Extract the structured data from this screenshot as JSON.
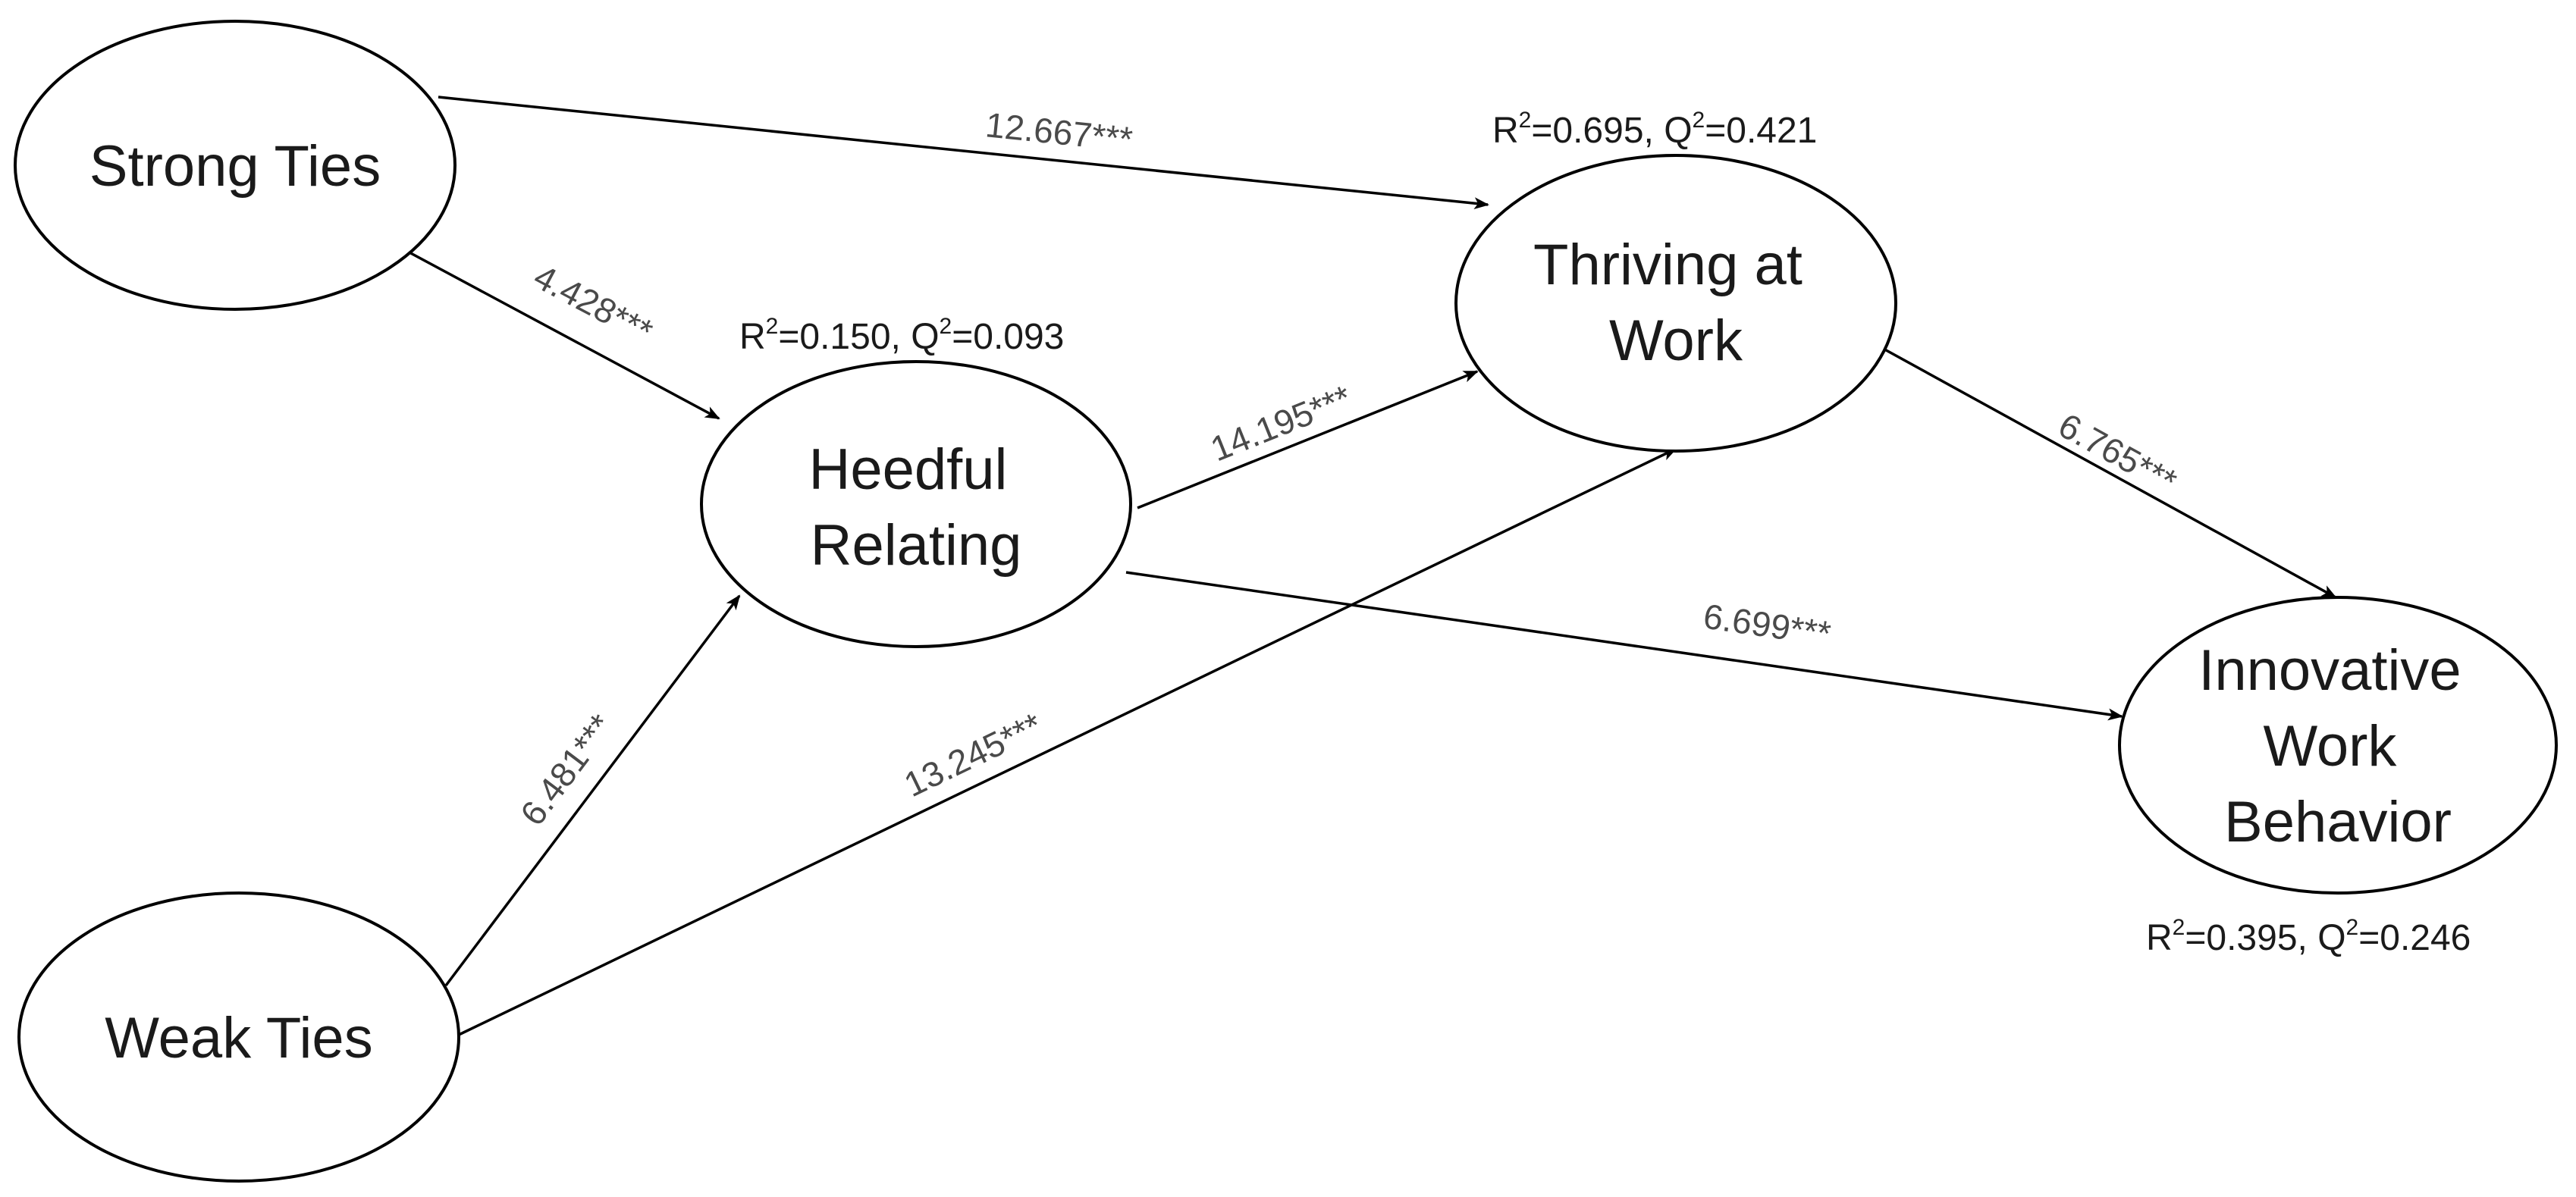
{
  "nodes": {
    "strong_ties": {
      "lines": [
        "Strong Ties"
      ]
    },
    "weak_ties": {
      "lines": [
        "Weak Ties"
      ]
    },
    "heedful_relating": {
      "lines": [
        "Heedful",
        "Relating"
      ]
    },
    "thriving_at_work": {
      "lines": [
        "Thriving at",
        "Work"
      ]
    },
    "innovative_work_behavior": {
      "lines": [
        "Innovative",
        "Work",
        "Behavior"
      ]
    }
  },
  "edges": {
    "strong_to_thriving": {
      "label": "12.667***"
    },
    "strong_to_heedful": {
      "label": "4.428***"
    },
    "heedful_to_thriving": {
      "label": "14.195***"
    },
    "weak_to_heedful": {
      "label": "6.481***"
    },
    "weak_to_thriving": {
      "label": "13.245***"
    },
    "heedful_to_innovative": {
      "label": "6.699***"
    },
    "thriving_to_innovative": {
      "label": "6.765***"
    }
  },
  "stats": {
    "heedful_relating": {
      "r_prefix": "R",
      "r_sup": "2",
      "r_value": "=0.150, ",
      "q_prefix": "Q",
      "q_sup": "2",
      "q_value": "=0.093"
    },
    "thriving_at_work": {
      "r_prefix": "R",
      "r_sup": "2",
      "r_value": "=0.695, ",
      "q_prefix": "Q",
      "q_sup": "2",
      "q_value": "=0.421"
    },
    "innovative_work_behavior": {
      "r_prefix": "R",
      "r_sup": "2",
      "r_value": "=0.395, ",
      "q_prefix": "Q",
      "q_sup": "2",
      "q_value": "=0.246"
    }
  }
}
